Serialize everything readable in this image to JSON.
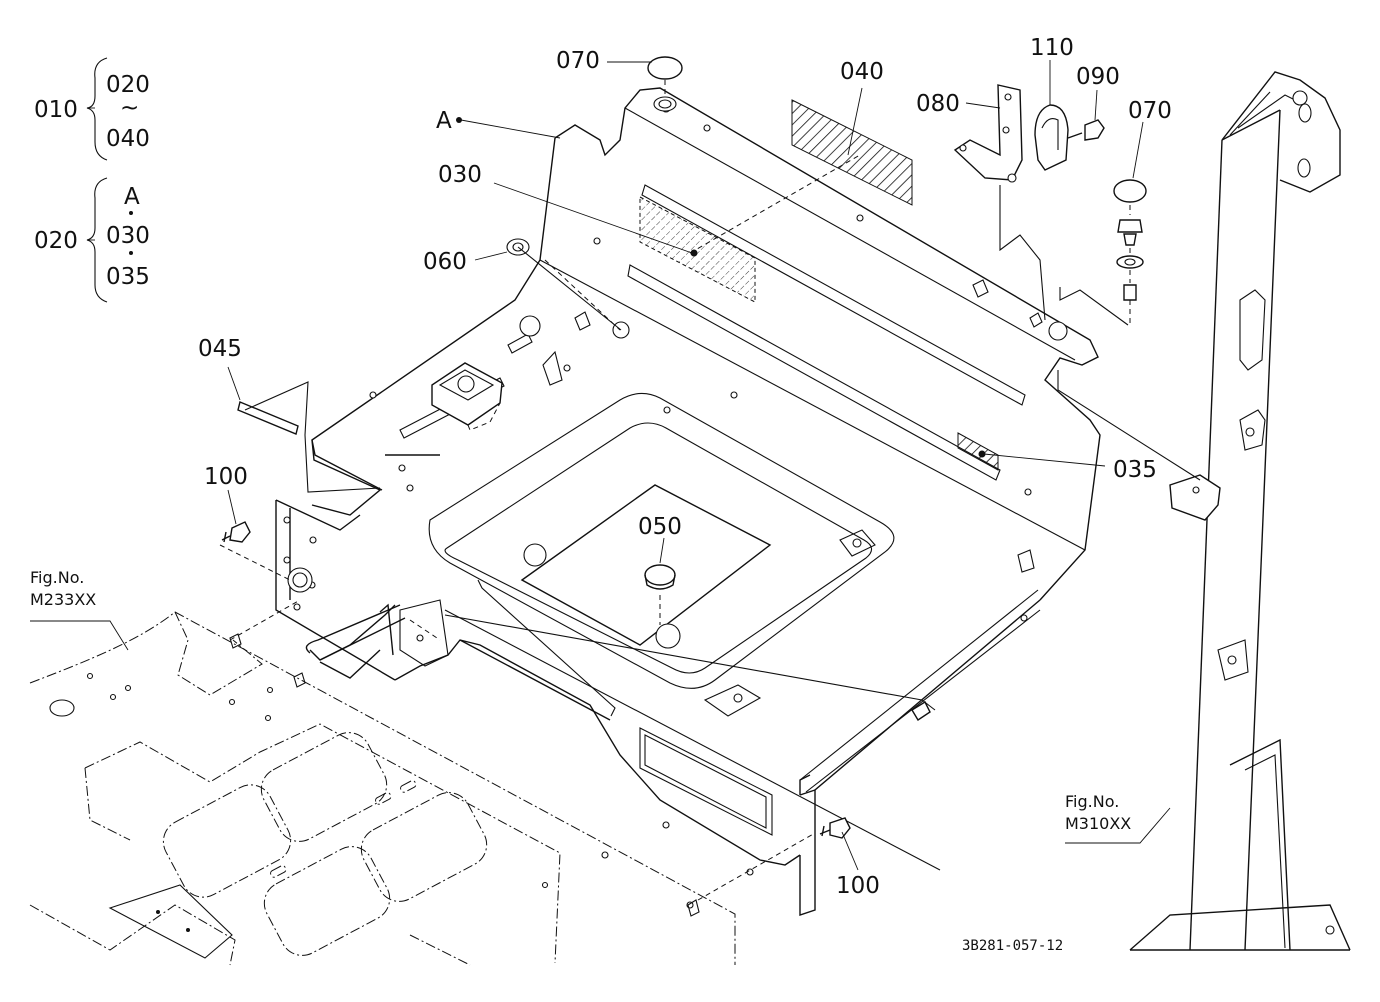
{
  "callouts": {
    "c010": "010",
    "c020_top": "020",
    "c_tilde": "~",
    "c040_grp": "040",
    "c020": "020",
    "cA_grp": "A",
    "c030_grp": "030",
    "c035_grp": "035",
    "cA": "A",
    "c030": "030",
    "c060": "060",
    "c045": "045",
    "c100_left": "100",
    "c100_right": "100",
    "c070_top": "070",
    "c040": "040",
    "c080": "080",
    "c110": "110",
    "c090": "090",
    "c070_right": "070",
    "c035": "035",
    "c050": "050"
  },
  "figure_refs": {
    "left_line1": "Fig.No.",
    "left_line2": "M233XX",
    "right_line1": "Fig.No.",
    "right_line2": "M310XX"
  },
  "drawing_code": "3B281-057-12"
}
